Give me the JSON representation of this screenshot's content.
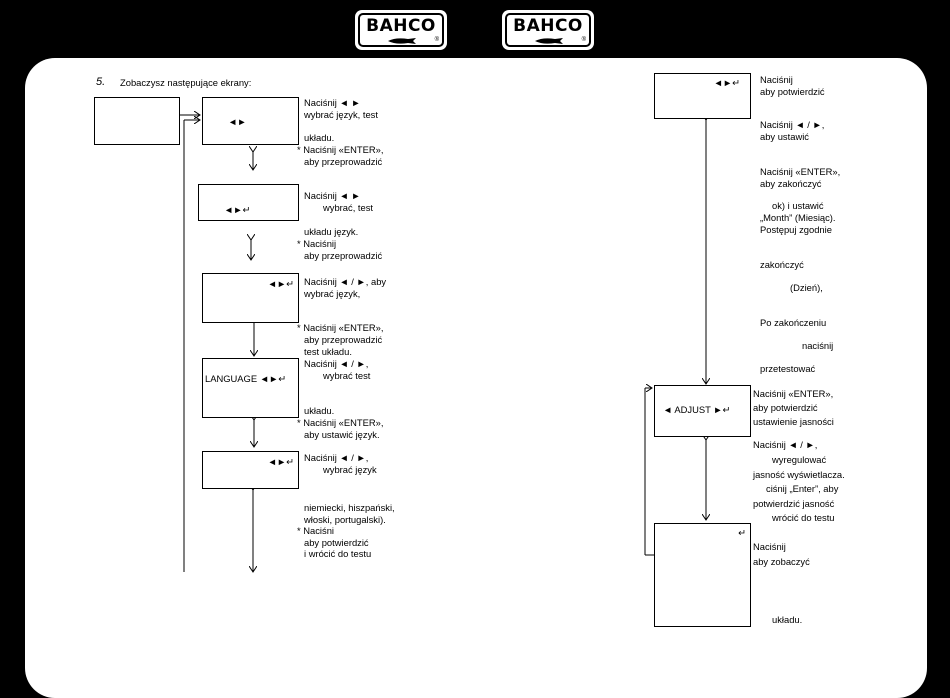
{
  "brand": {
    "logo_text": "BAHCO"
  },
  "step": {
    "number": "5.",
    "title": "Zobaczysz następujące ekrany:"
  },
  "left_boxes": [
    {
      "label": ""
    },
    {
      "label": "◄►"
    },
    {
      "label": "◄►↵"
    },
    {
      "label": "◄►↵"
    },
    {
      "label": "LANGUAGE ◄►↵"
    },
    {
      "label": "◄►↵"
    }
  ],
  "right_boxes": [
    {
      "label": "◄►↵"
    },
    {
      "label": "◄ ADJUST ►↵"
    },
    {
      "label": "↵"
    }
  ],
  "left_texts": [
    "Naciśnij ◄   ►",
    "wybrać język, test",
    "układu.",
    "* Naciśnij «ENTER»,",
    "aby przeprowadzić",
    "Naciśnij ◄   ►",
    "wybrać, test",
    "układu       język.",
    "* Naciśnij",
    "aby przeprowadzić",
    "Naciśnij ◄ / ►, aby",
    "wybrać język,",
    "* Naciśnij «ENTER»,",
    "aby przeprowadzić",
    "test układu.",
    "Naciśnij ◄ / ►,",
    "wybrać test",
    "układu.",
    "* Naciśnij «ENTER»,",
    "aby ustawić język.",
    "Naciśnij ◄ / ►,",
    "wybrać język",
    "niemiecki, hiszpański,",
    "włoski, portugalski).",
    "* Naciśni",
    "aby potwierdzić",
    "i wrócić do testu"
  ],
  "right_texts": [
    "Naciśnij",
    "aby potwierdzić",
    "Naciśnij ◄ / ►,",
    "aby ustawić",
    "Naciśnij «ENTER»,",
    "aby zakończyć",
    "ok) i ustawić",
    "„Month” (Miesiąc).",
    "Postępuj zgodnie",
    "zakończyć",
    "(Dzień),",
    "Po zakończeniu",
    "naciśnij",
    "przetestować",
    "Naciśnij «ENTER»,",
    "aby potwierdzić",
    "ustawienie jasności",
    "Naciśnij ◄ / ►,",
    "wyregulować",
    "jasność wyświetlacza.",
    "ciśnij „Enter”, aby",
    "potwierdzić jasność",
    "wrócić do testu",
    "Naciśnij",
    "aby zobaczyć",
    "układu."
  ]
}
